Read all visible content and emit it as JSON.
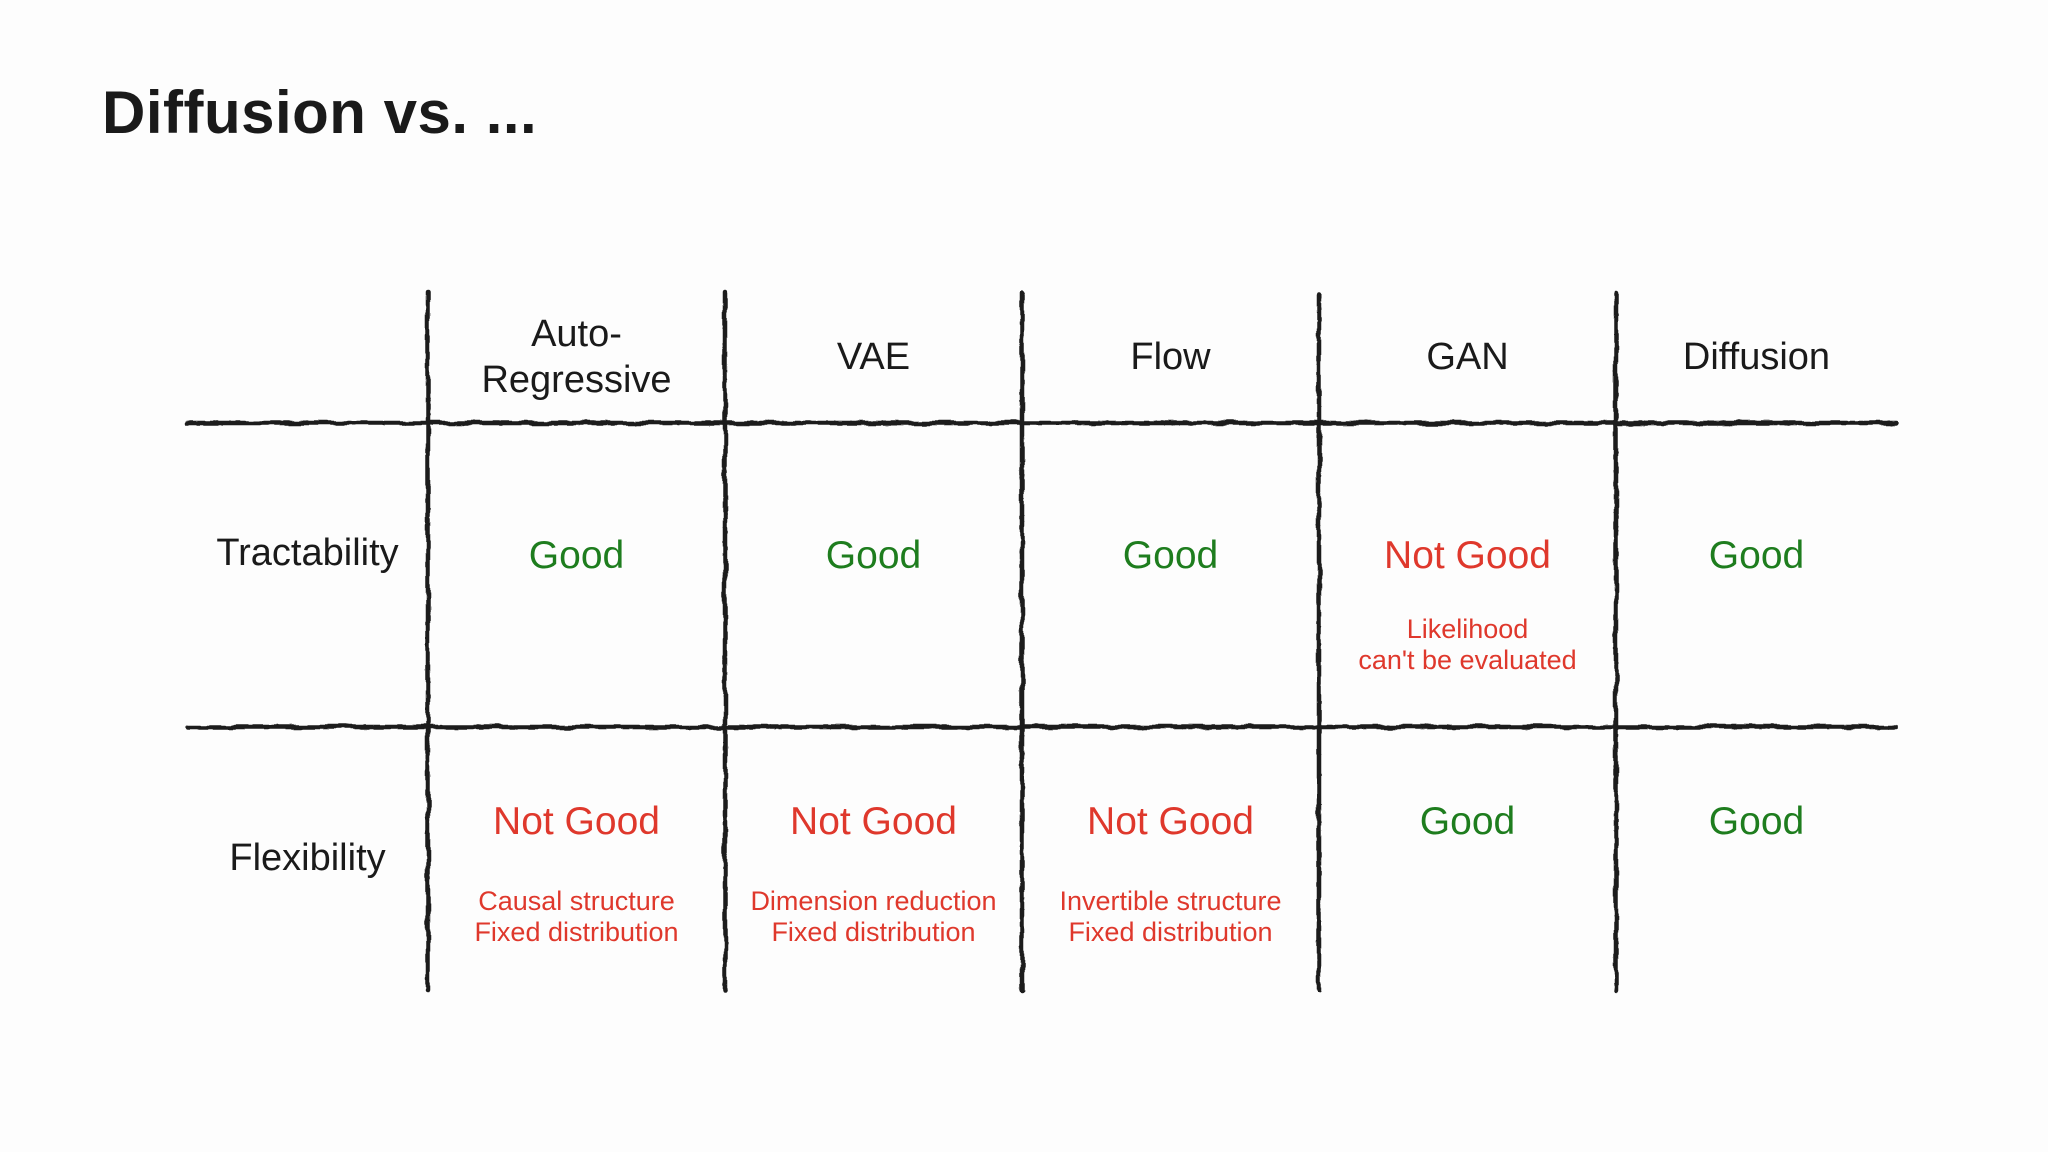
{
  "title": "Diffusion vs. ...",
  "colors": {
    "good": "#1e7d1e",
    "bad": "#df382c",
    "ink": "#1a1a1a",
    "line": "#1c1c1c",
    "background": "#fdfdfd"
  },
  "table": {
    "columns": [
      {
        "label": "Auto-\nRegressive"
      },
      {
        "label": "VAE"
      },
      {
        "label": "Flow"
      },
      {
        "label": "GAN"
      },
      {
        "label": "Diffusion"
      }
    ],
    "rows": [
      {
        "label": "Tractability",
        "cells": [
          {
            "verdict": "Good",
            "status": "good",
            "note": ""
          },
          {
            "verdict": "Good",
            "status": "good",
            "note": ""
          },
          {
            "verdict": "Good",
            "status": "good",
            "note": ""
          },
          {
            "verdict": "Not Good",
            "status": "bad",
            "note": "Likelihood\ncan't be evaluated"
          },
          {
            "verdict": "Good",
            "status": "good",
            "note": ""
          }
        ]
      },
      {
        "label": "Flexibility",
        "cells": [
          {
            "verdict": "Not Good",
            "status": "bad",
            "note": "Causal structure\nFixed distribution"
          },
          {
            "verdict": "Not Good",
            "status": "bad",
            "note": "Dimension reduction\nFixed distribution"
          },
          {
            "verdict": "Not Good",
            "status": "bad",
            "note": "Invertible structure\nFixed distribution"
          },
          {
            "verdict": "Good",
            "status": "good",
            "note": ""
          },
          {
            "verdict": "Good",
            "status": "good",
            "note": ""
          }
        ]
      }
    ]
  }
}
